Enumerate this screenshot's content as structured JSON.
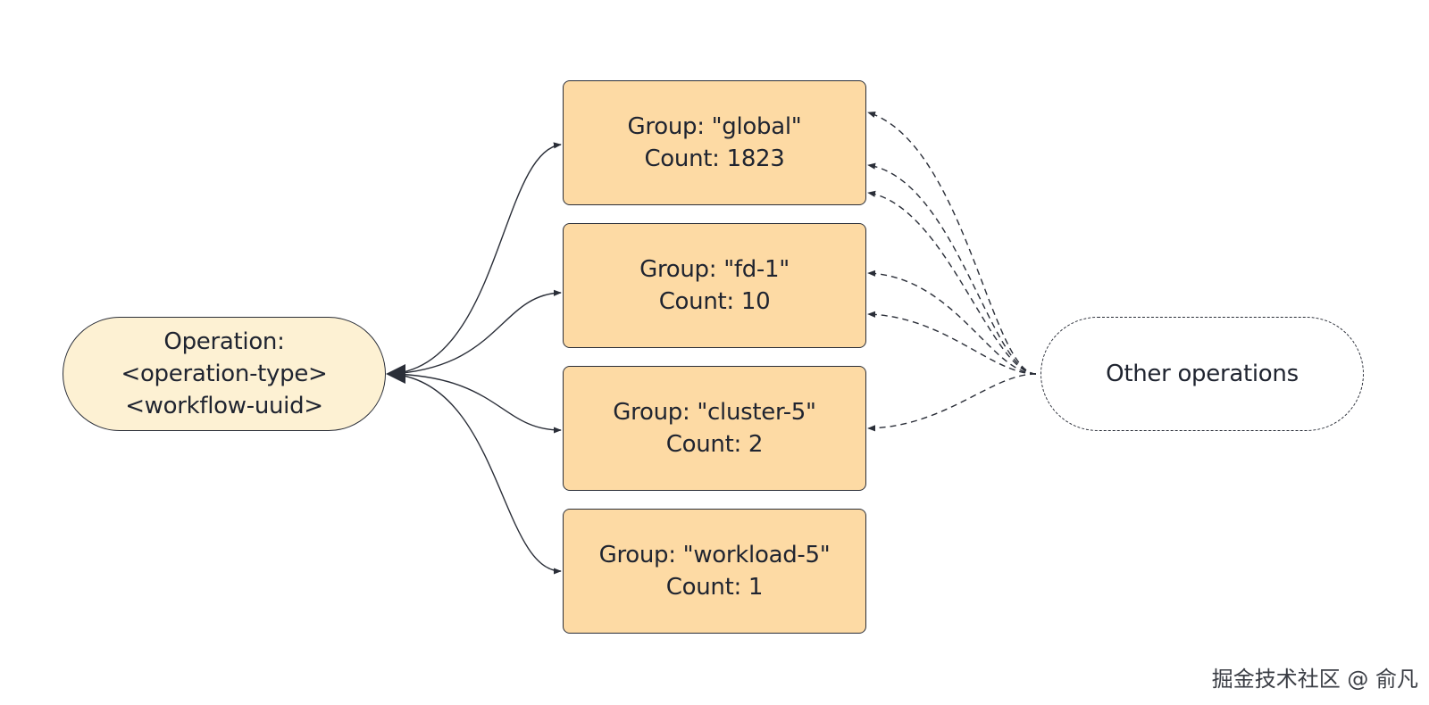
{
  "operation_node": {
    "line1": "Operation:",
    "line2": "<operation-type>",
    "line3": "<workflow-uuid>"
  },
  "groups": [
    {
      "group_label": "Group: \"global\"",
      "count_label": "Count: 1823"
    },
    {
      "group_label": "Group: \"fd-1\"",
      "count_label": "Count: 10"
    },
    {
      "group_label": "Group: \"cluster-5\"",
      "count_label": "Count: 2"
    },
    {
      "group_label": "Group: \"workload-5\"",
      "count_label": "Count: 1"
    }
  ],
  "other_node": {
    "label": "Other operations"
  },
  "watermark": "掘金技术社区 @ 俞凡",
  "colors": {
    "group_fill": "#fddaa4",
    "operation_fill": "#fdf1d3",
    "stroke": "#2a2e38"
  }
}
